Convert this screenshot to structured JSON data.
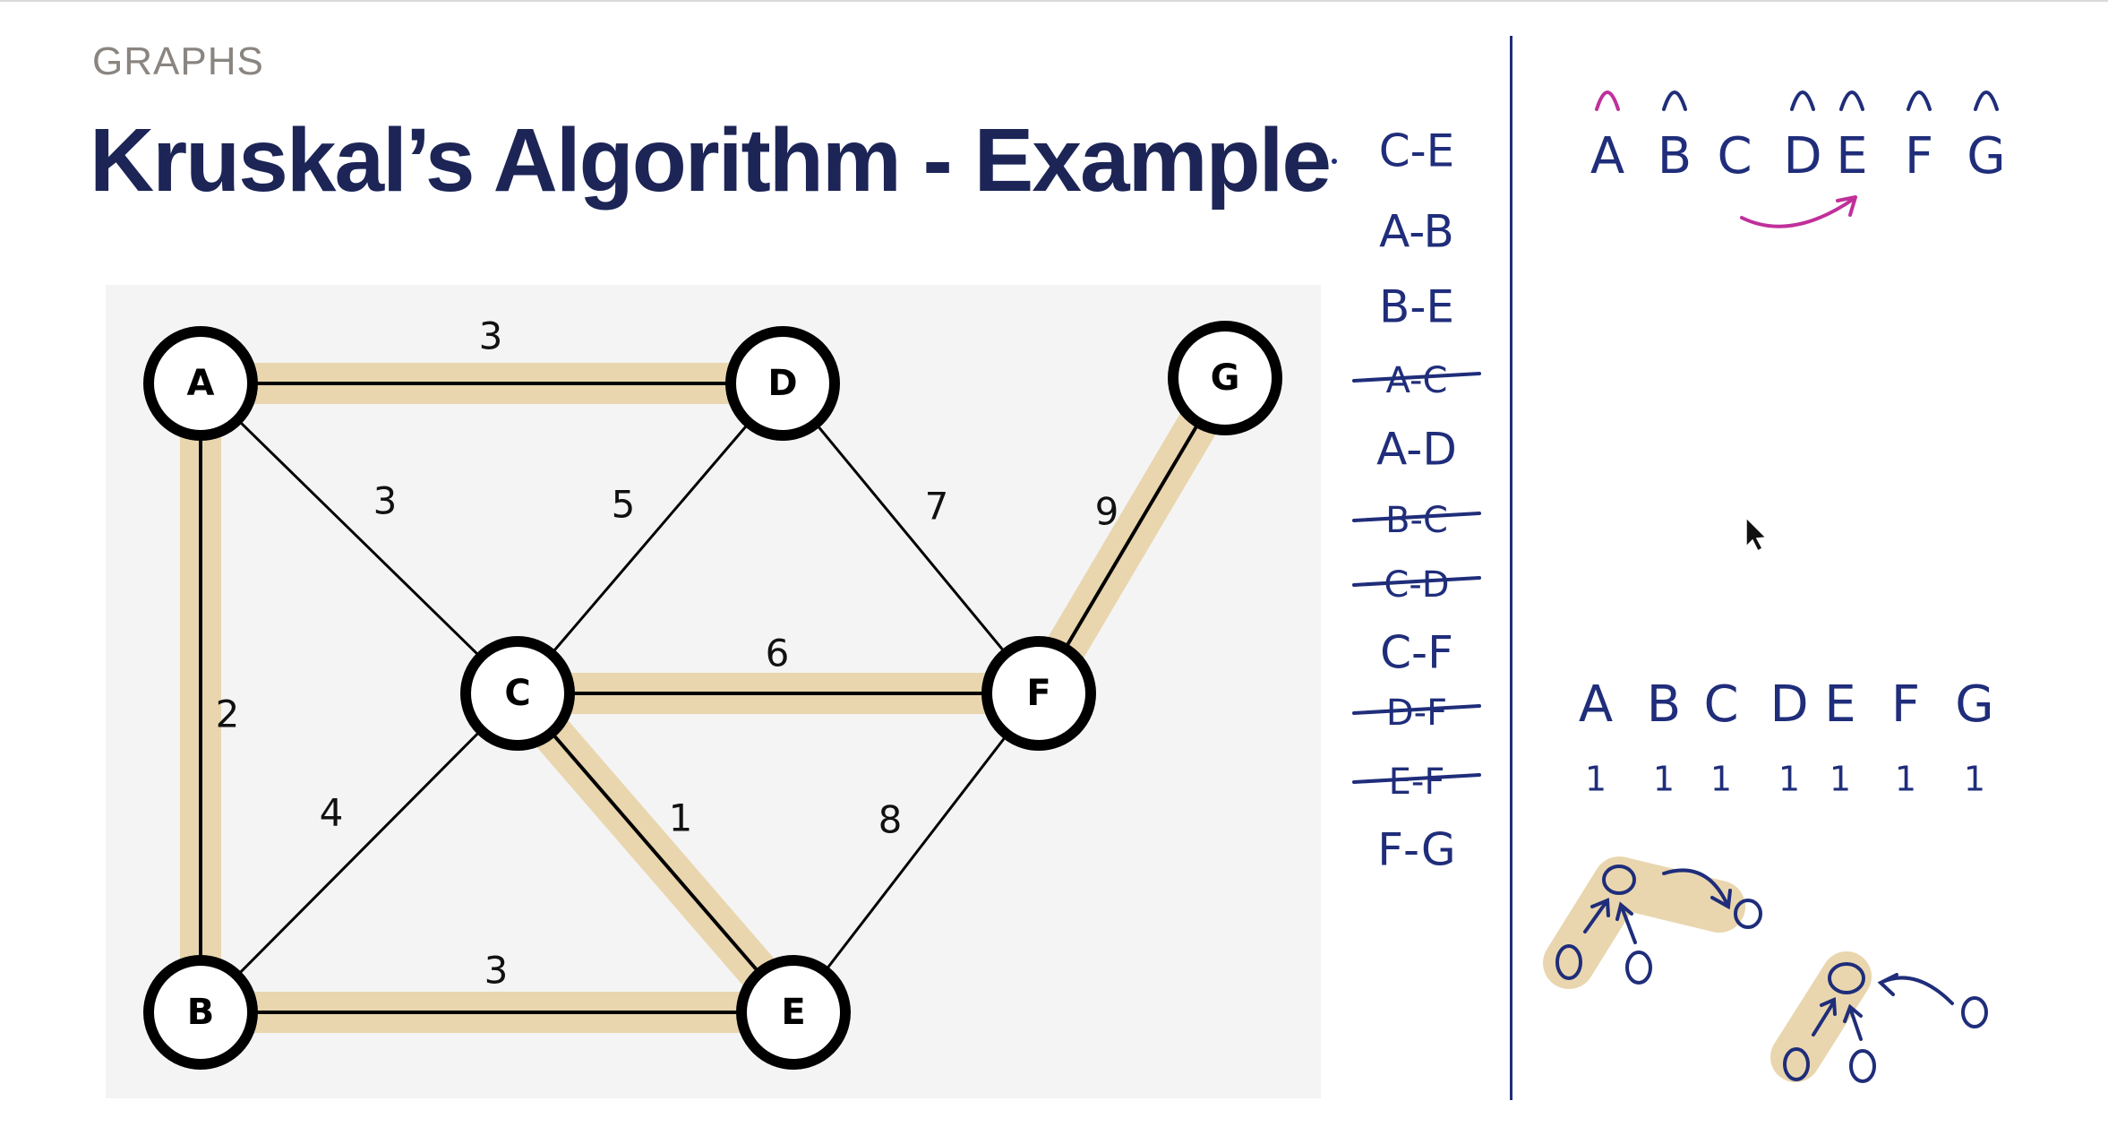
{
  "header": {
    "section": "GRAPHS",
    "title": "Kruskal’s Algorithm - Example"
  },
  "colors": {
    "title": "#1c2556",
    "highlight": "#e9d6ae",
    "ink": "#1f2d7a",
    "magenta": "#c0309a",
    "node_border": "#000000",
    "canvas": "#f4f4f4"
  },
  "graph": {
    "nodes": [
      {
        "id": "A",
        "label": "A"
      },
      {
        "id": "B",
        "label": "B"
      },
      {
        "id": "C",
        "label": "C"
      },
      {
        "id": "D",
        "label": "D"
      },
      {
        "id": "E",
        "label": "E"
      },
      {
        "id": "F",
        "label": "F"
      },
      {
        "id": "G",
        "label": "G"
      }
    ],
    "edges": [
      {
        "from": "A",
        "to": "D",
        "weight": "3",
        "highlighted": true
      },
      {
        "from": "A",
        "to": "B",
        "weight": "2",
        "highlighted": true
      },
      {
        "from": "A",
        "to": "C",
        "weight": "3",
        "highlighted": false
      },
      {
        "from": "D",
        "to": "C",
        "weight": "5",
        "highlighted": false
      },
      {
        "from": "D",
        "to": "F",
        "weight": "7",
        "highlighted": false
      },
      {
        "from": "G",
        "to": "F",
        "weight": "9",
        "highlighted": true
      },
      {
        "from": "C",
        "to": "F",
        "weight": "6",
        "highlighted": true
      },
      {
        "from": "C",
        "to": "E",
        "weight": "1",
        "highlighted": true
      },
      {
        "from": "C",
        "to": "B",
        "weight": "4",
        "highlighted": false
      },
      {
        "from": "F",
        "to": "E",
        "weight": "8",
        "highlighted": false
      },
      {
        "from": "B",
        "to": "E",
        "weight": "3",
        "highlighted": true
      }
    ]
  },
  "sorted_edges": [
    {
      "label": "C-E",
      "crossed": false
    },
    {
      "label": "A-B",
      "crossed": false
    },
    {
      "label": "B-E",
      "crossed": false
    },
    {
      "label": "A-C",
      "crossed": true
    },
    {
      "label": "A-D",
      "crossed": false
    },
    {
      "label": "B-C",
      "crossed": true
    },
    {
      "label": "C-D",
      "crossed": true
    },
    {
      "label": "C-F",
      "crossed": false
    },
    {
      "label": "D-F",
      "crossed": true
    },
    {
      "label": "E-F",
      "crossed": true
    },
    {
      "label": "F-G",
      "crossed": false
    }
  ],
  "union_find_top": {
    "letters": [
      "A",
      "B",
      "C",
      "D",
      "E",
      "F",
      "G"
    ]
  },
  "union_find_bottom": {
    "letters": [
      "A",
      "B",
      "C",
      "D",
      "E",
      "F",
      "G"
    ],
    "ranks": [
      "1",
      "1",
      "1",
      "1",
      "1",
      "1",
      "1"
    ]
  }
}
